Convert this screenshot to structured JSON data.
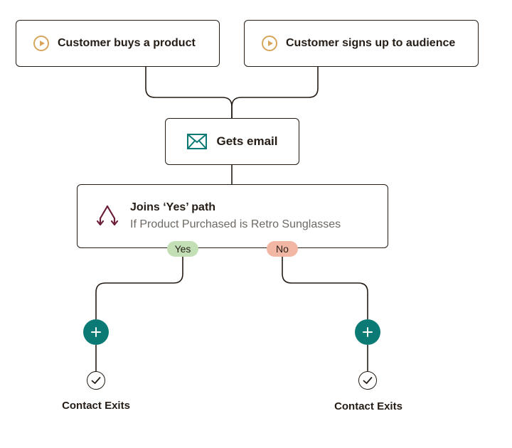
{
  "triggers": [
    {
      "label": "Customer buys a product",
      "icon": "play-circle-icon"
    },
    {
      "label": "Customer signs up to audience",
      "icon": "play-circle-icon"
    }
  ],
  "email_step": {
    "label": "Gets email",
    "icon": "envelope-icon"
  },
  "branch_step": {
    "title": "Joins ‘Yes’ path",
    "condition": "If Product Purchased is Retro Sunglasses",
    "icon": "split-path-icon"
  },
  "paths": {
    "yes": {
      "label": "Yes",
      "exit_label": "Contact Exits"
    },
    "no": {
      "label": "No",
      "exit_label": "Contact Exits"
    }
  },
  "colors": {
    "trigger_accent": "#d8a55c",
    "email_icon": "#0b7a75",
    "branch_icon": "#6b1e36",
    "add_button": "#0b7a75",
    "yes_pill": "#c2dfb6",
    "no_pill": "#f2b7a4",
    "subtitle": "#6e6963"
  }
}
